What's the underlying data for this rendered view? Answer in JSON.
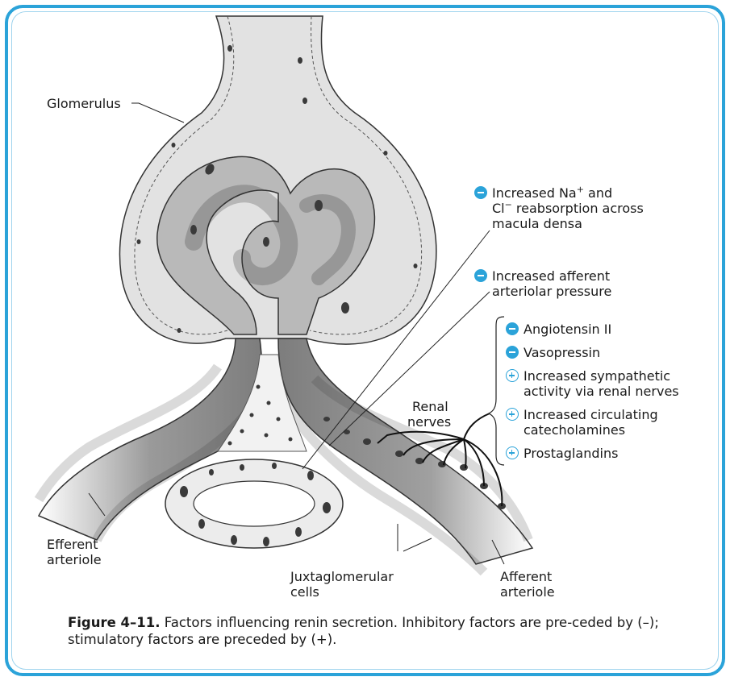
{
  "labels": {
    "glomerulus": "Glomerulus",
    "renal_nerves_line1": "Renal",
    "renal_nerves_line2": "nerves",
    "efferent_line1": "Efferent",
    "efferent_line2": "arteriole",
    "afferent_line1": "Afferent",
    "afferent_line2": "arteriole",
    "jg_line1": "Juxtaglomerular",
    "jg_line2": "cells"
  },
  "factors_top": [
    {
      "sign": "minus",
      "lines": [
        "Increased Na",
        "+",
        " and",
        "Cl",
        "−",
        " reabsorption across",
        "macula densa"
      ]
    },
    {
      "sign": "minus",
      "lines": [
        "Increased afferent",
        "arteriolar pressure"
      ]
    }
  ],
  "factor_text": {
    "na_line1_a": "Increased Na",
    "na_sup": "+",
    "na_line1_b": " and",
    "na_line2_a": "Cl",
    "na_sup2": "−",
    "na_line2_b": " reabsorption across",
    "na_line3": "macula densa",
    "aff_line1": "Increased afferent",
    "aff_line2": "arteriolar pressure"
  },
  "factors_list": [
    {
      "sign": "minus",
      "lines": [
        "Angiotensin II"
      ]
    },
    {
      "sign": "minus",
      "lines": [
        "Vasopressin"
      ]
    },
    {
      "sign": "plus",
      "lines": [
        "Increased sympathetic",
        "activity via renal nerves"
      ]
    },
    {
      "sign": "plus",
      "lines": [
        "Increased circulating",
        "catecholamines"
      ]
    },
    {
      "sign": "plus",
      "lines": [
        "Prostaglandins"
      ]
    }
  ],
  "caption": {
    "figure": "Figure 4–11.",
    "text": " Factors influencing renin secretion. Inhibitory factors are pre-ceded by (–); stimulatory factors are preceded by (+)."
  },
  "colors": {
    "frame": "#2ba3d9",
    "tissue_light": "#e3e3e3",
    "tissue_mid": "#c4c4c4",
    "vessel_dark": "#8a8a8a",
    "nucleus": "#3a3a3a"
  }
}
